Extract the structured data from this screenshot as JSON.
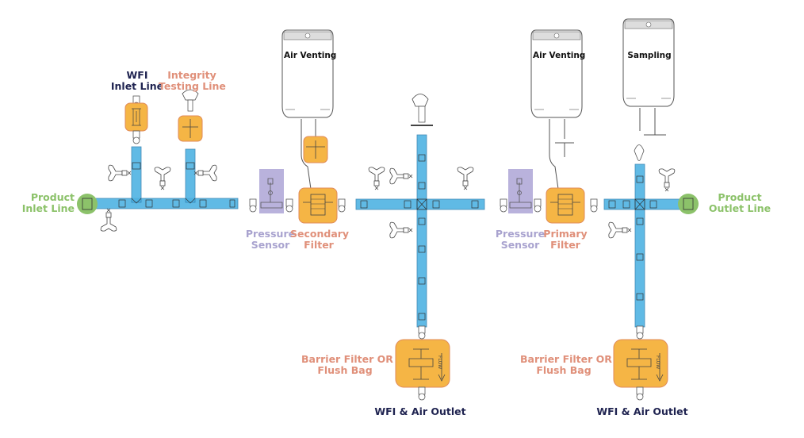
{
  "colors": {
    "pipe": "#4fb3e3",
    "pipe_stroke": "#2d7fb0",
    "filter_orange": "#f5b545",
    "filter_stroke": "#e08a5a",
    "sensor_purple": "#b9b2dc",
    "connector_green": "#8cc26a",
    "label_navy": "#1f2350",
    "label_salmon": "#e0907a",
    "label_purple": "#a9a3cf",
    "label_green": "#8cc26a"
  },
  "labels": {
    "product_inlet": [
      "Product",
      "Inlet Line"
    ],
    "wfi_inlet": [
      "WFI",
      "Inlet Line"
    ],
    "integrity_testing": [
      "Integrity",
      "Testing Line"
    ],
    "pressure_sensor_1": [
      "Pressure",
      "Sensor"
    ],
    "secondary_filter": [
      "Secondary",
      "Filter"
    ],
    "pressure_sensor_2": [
      "Pressure",
      "Sensor"
    ],
    "primary_filter": [
      "Primary",
      "Filter"
    ],
    "product_outlet": [
      "Product",
      "Outlet Line"
    ],
    "barrier_filter_1": [
      "Barrier Filter OR",
      "Flush Bag"
    ],
    "barrier_filter_2": [
      "Barrier Filter OR",
      "Flush Bag"
    ],
    "wfi_air_outlet_1": "WFI & Air Outlet",
    "wfi_air_outlet_2": "WFI & Air Outlet"
  },
  "bags": [
    {
      "label": "Air Venting"
    },
    {
      "label": "Air Venting"
    },
    {
      "label": "Sampling"
    }
  ],
  "flow_text": "FLOW"
}
